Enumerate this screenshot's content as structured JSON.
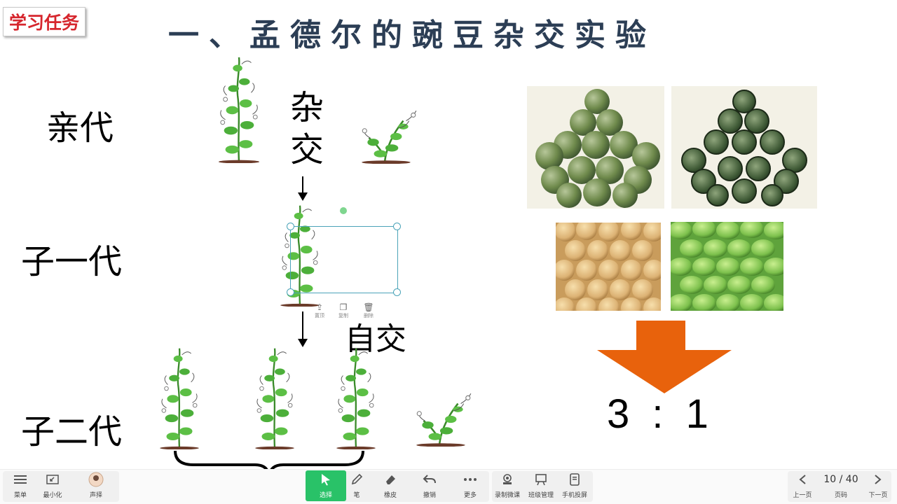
{
  "slide": {
    "tag": "学习任务",
    "title": "一、孟德尔的豌豆杂交实验",
    "generations": {
      "parent": "亲代",
      "f1": "子一代",
      "f2": "子二代"
    },
    "cross_label_1": "杂",
    "cross_label_2": "交",
    "self_cross": "自交",
    "ratio": "3 : 1",
    "colors": {
      "tag_text": "#d6262d",
      "title": "#2c3e55",
      "arrow_orange": "#e8620c",
      "plant_green": "#3fae3a"
    }
  },
  "selection_toolbar": {
    "items": [
      "置顶",
      "复制",
      "删除"
    ]
  },
  "toolbar": {
    "menu": "菜单",
    "minimize": "最小化",
    "voice": "声择",
    "select": "选择",
    "pen": "笔",
    "eraser": "橡皮",
    "undo": "撤销",
    "more": "更多",
    "record": "录制微课",
    "class_manage": "班级管理",
    "cast": "手机投屏",
    "prev": "上一页",
    "pages": "页码",
    "next": "下一页",
    "page_indicator": "10 / 40",
    "accent": "#29c268"
  }
}
